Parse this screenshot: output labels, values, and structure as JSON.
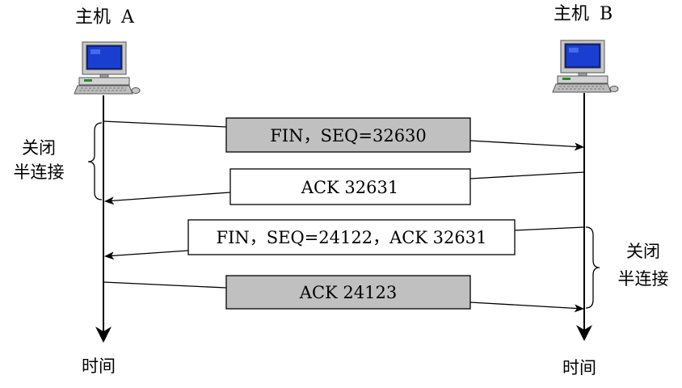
{
  "host_a": {
    "label_cjk": "主机",
    "label_letter": "A",
    "timeline_label": "时间"
  },
  "host_b": {
    "label_cjk": "主机",
    "label_letter": "B",
    "timeline_label": "时间"
  },
  "brace_left": {
    "line1": "关闭",
    "line2": "半连接"
  },
  "brace_right": {
    "line1": "关闭",
    "line2": "半连接"
  },
  "messages": [
    {
      "text": "FIN，SEQ=32630",
      "from": "A",
      "to": "B",
      "fill": "#c0c0c0"
    },
    {
      "text": "ACK 32631",
      "from": "B",
      "to": "A",
      "fill": "#ffffff"
    },
    {
      "text": "FIN，SEQ=24122，ACK 32631",
      "from": "B",
      "to": "A",
      "fill": "#ffffff"
    },
    {
      "text": "ACK 24123",
      "from": "A",
      "to": "B",
      "fill": "#c0c0c0"
    }
  ],
  "icons": {
    "host_a": "desktop-computer-icon",
    "host_b": "desktop-computer-icon"
  }
}
